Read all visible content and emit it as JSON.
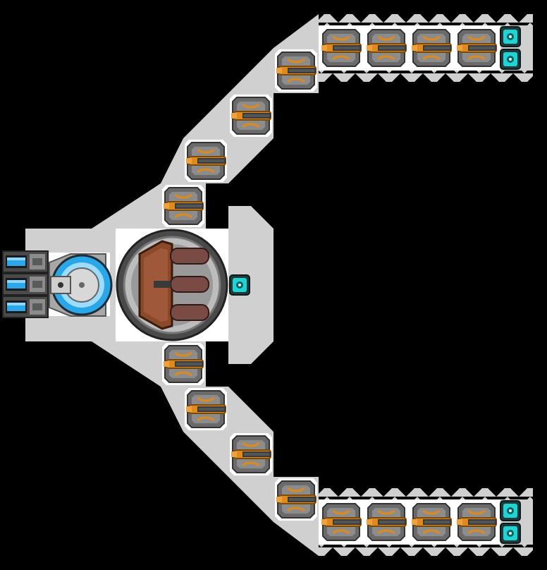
{
  "scene": {
    "background": "#000000",
    "hull_color": "#d0d0d0",
    "floor_color": "#ffffff",
    "accent_orange": "#e08a1e",
    "accent_cyan": "#22d3d3",
    "thruster_blue": "#2aa7e8"
  },
  "parts": {
    "weapon": {
      "icon": "orange-cannon-icon",
      "count": 16
    },
    "shield_node": {
      "icon": "cyan-shield-node-icon",
      "count": 5
    },
    "thruster": {
      "icon": "blue-thruster-icon",
      "count": 3
    },
    "bridge": {
      "icon": "cockpit-icon"
    },
    "reactor": {
      "icon": "reactor-core-icon"
    }
  }
}
